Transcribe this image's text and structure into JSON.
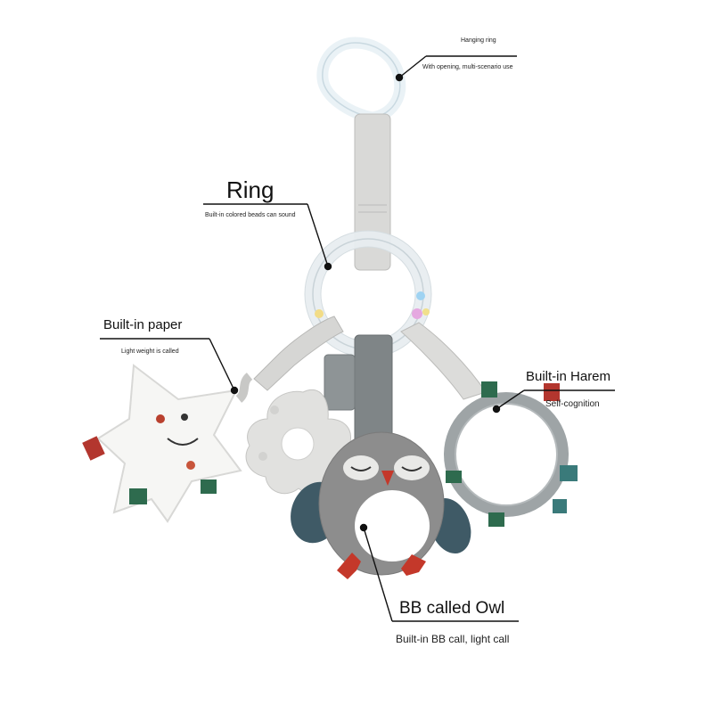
{
  "callouts": {
    "hanging_ring": {
      "title": "Hanging ring",
      "desc": "With opening, multi-scenario use"
    },
    "ring": {
      "title": "Ring",
      "desc": "Built-in colored beads can sound"
    },
    "paper": {
      "title": "Built-in paper",
      "desc": "Light weight is called"
    },
    "harem": {
      "title": "Built-in Harem",
      "desc": "Self-cognition"
    },
    "owl": {
      "title": "BB called Owl",
      "desc": "Built-in BB call, light call"
    }
  },
  "colors": {
    "fabric_gray": "#d8d8d6",
    "owl_gray": "#8d8d8d",
    "dark_gray_strap": "#7d8384",
    "star_white": "#f6f6f4",
    "teal_wing": "#3f5a66",
    "tag_red": "#b3362e",
    "tag_green": "#2e6b4e",
    "tag_teal": "#3a7a7a",
    "owl_feet": "#c4382a",
    "ring_clear": "#e9eef0",
    "mirror_frame": "#9aa0a2"
  }
}
